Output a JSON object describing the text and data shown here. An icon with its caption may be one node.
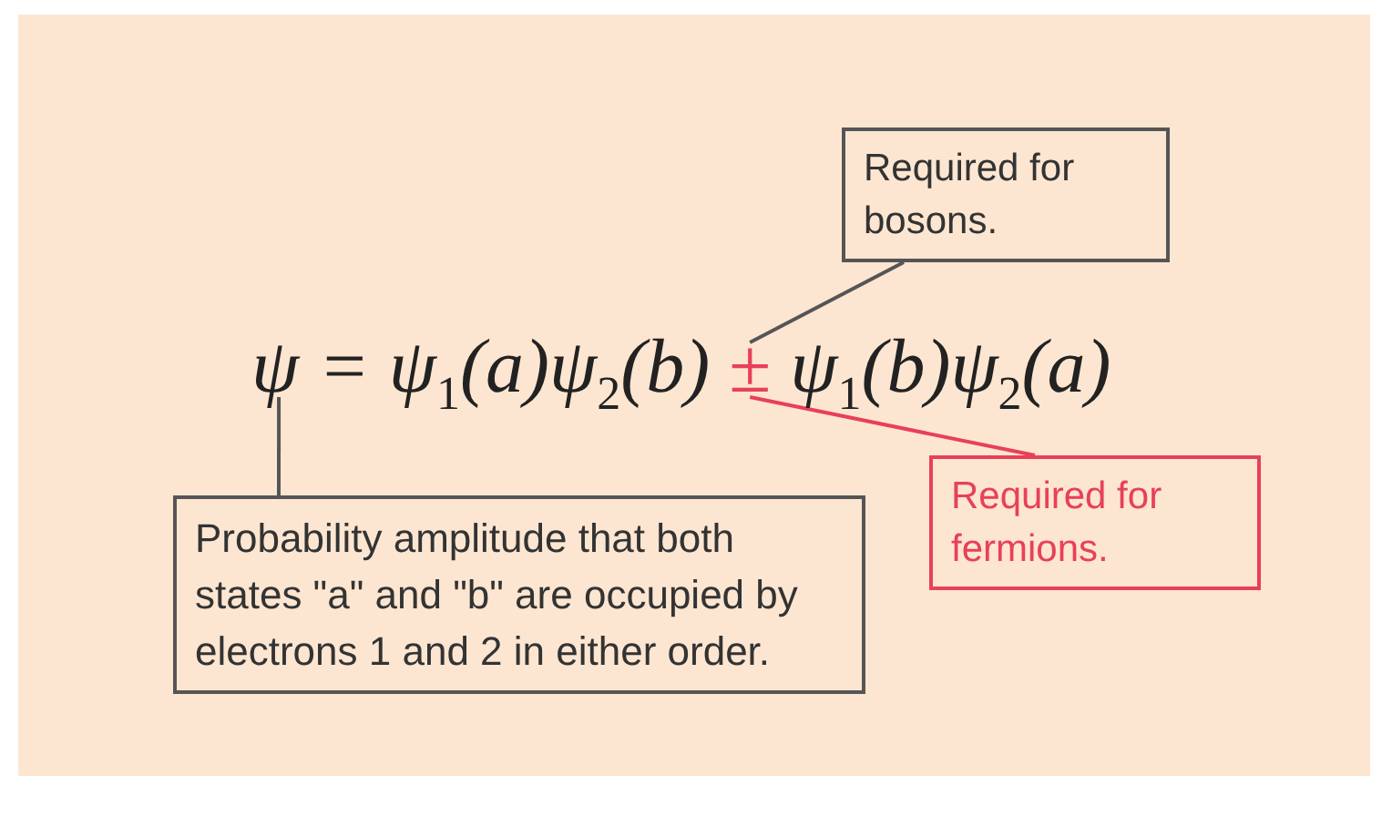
{
  "diagram": {
    "nodes": [
      {
        "text": [
          "Required for bosons."
        ]
      },
      {
        "text": [
          "ψ"
        ]
      },
      {
        "text": [
          "±"
        ]
      },
      {
        "text": [
          "Required for fermions."
        ]
      },
      {
        "text": [
          "Probability amplitude that both states \"a\" and \"b\" are occupied by electrons 1 and 2 in either order."
        ]
      }
    ],
    "edges": [
      {
        "from": 0,
        "to": 2,
        "arrow": "none"
      },
      {
        "from": 3,
        "to": 2,
        "arrow": "none",
        "color": "#e8405a"
      },
      {
        "from": 4,
        "to": 1,
        "arrow": "none"
      }
    ],
    "labels": [
      "= ψ$_{1}$(a)ψ$_{2}$(b)",
      "ψ$_{1}$(b)ψ$_{2}$(a)"
    ]
  }
}
